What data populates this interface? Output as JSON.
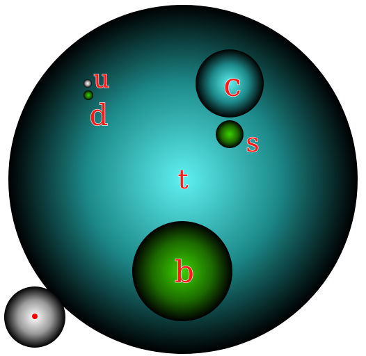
{
  "quarks": [
    {
      "id": "t",
      "label": "t",
      "color": "cyan"
    },
    {
      "id": "b",
      "label": "b",
      "color": "green"
    },
    {
      "id": "c",
      "label": "c",
      "color": "cyan"
    },
    {
      "id": "s",
      "label": "s",
      "color": "green"
    },
    {
      "id": "u",
      "label": "u",
      "color": "white"
    },
    {
      "id": "d",
      "label": "d",
      "color": "green"
    }
  ],
  "colors": {
    "cyan": "#5ff0f0",
    "green": "#3ad000",
    "white": "#ffffff",
    "dark": "#000000",
    "label": "#ff1a1a",
    "dot": "#ff0000"
  }
}
